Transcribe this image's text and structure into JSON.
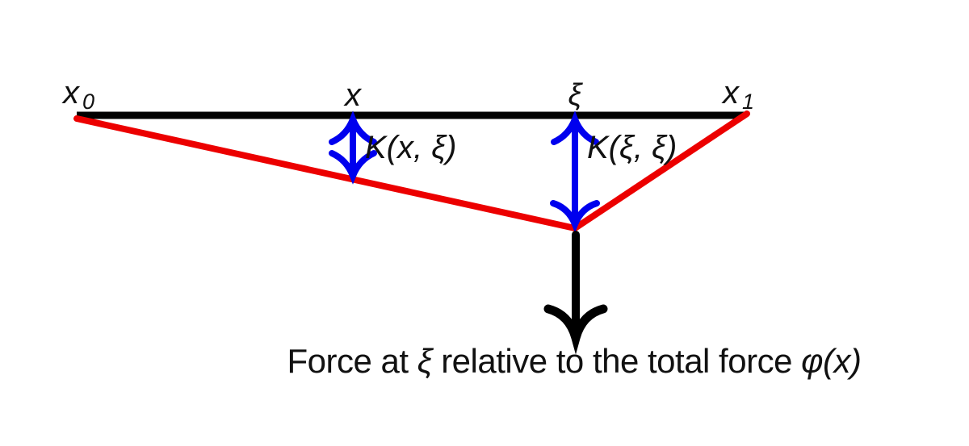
{
  "figure": {
    "colors": {
      "baseline": "#000000",
      "string": "#ec0000",
      "measure_arrows": "#0000ee",
      "force_arrow": "#000000"
    },
    "labels": {
      "left_endpoint_base": "x",
      "left_endpoint_sub": "0",
      "point_x": "x",
      "point_xi": "ξ",
      "right_endpoint_base": "x",
      "right_endpoint_sub": "1",
      "kernel_at_x": "K(x, ξ)",
      "kernel_at_xi": "K(ξ, ξ)"
    },
    "caption": {
      "part1": "Force at ",
      "xi": "ξ",
      "part2": " relative to the total force ",
      "phi": "φ(x)"
    }
  }
}
